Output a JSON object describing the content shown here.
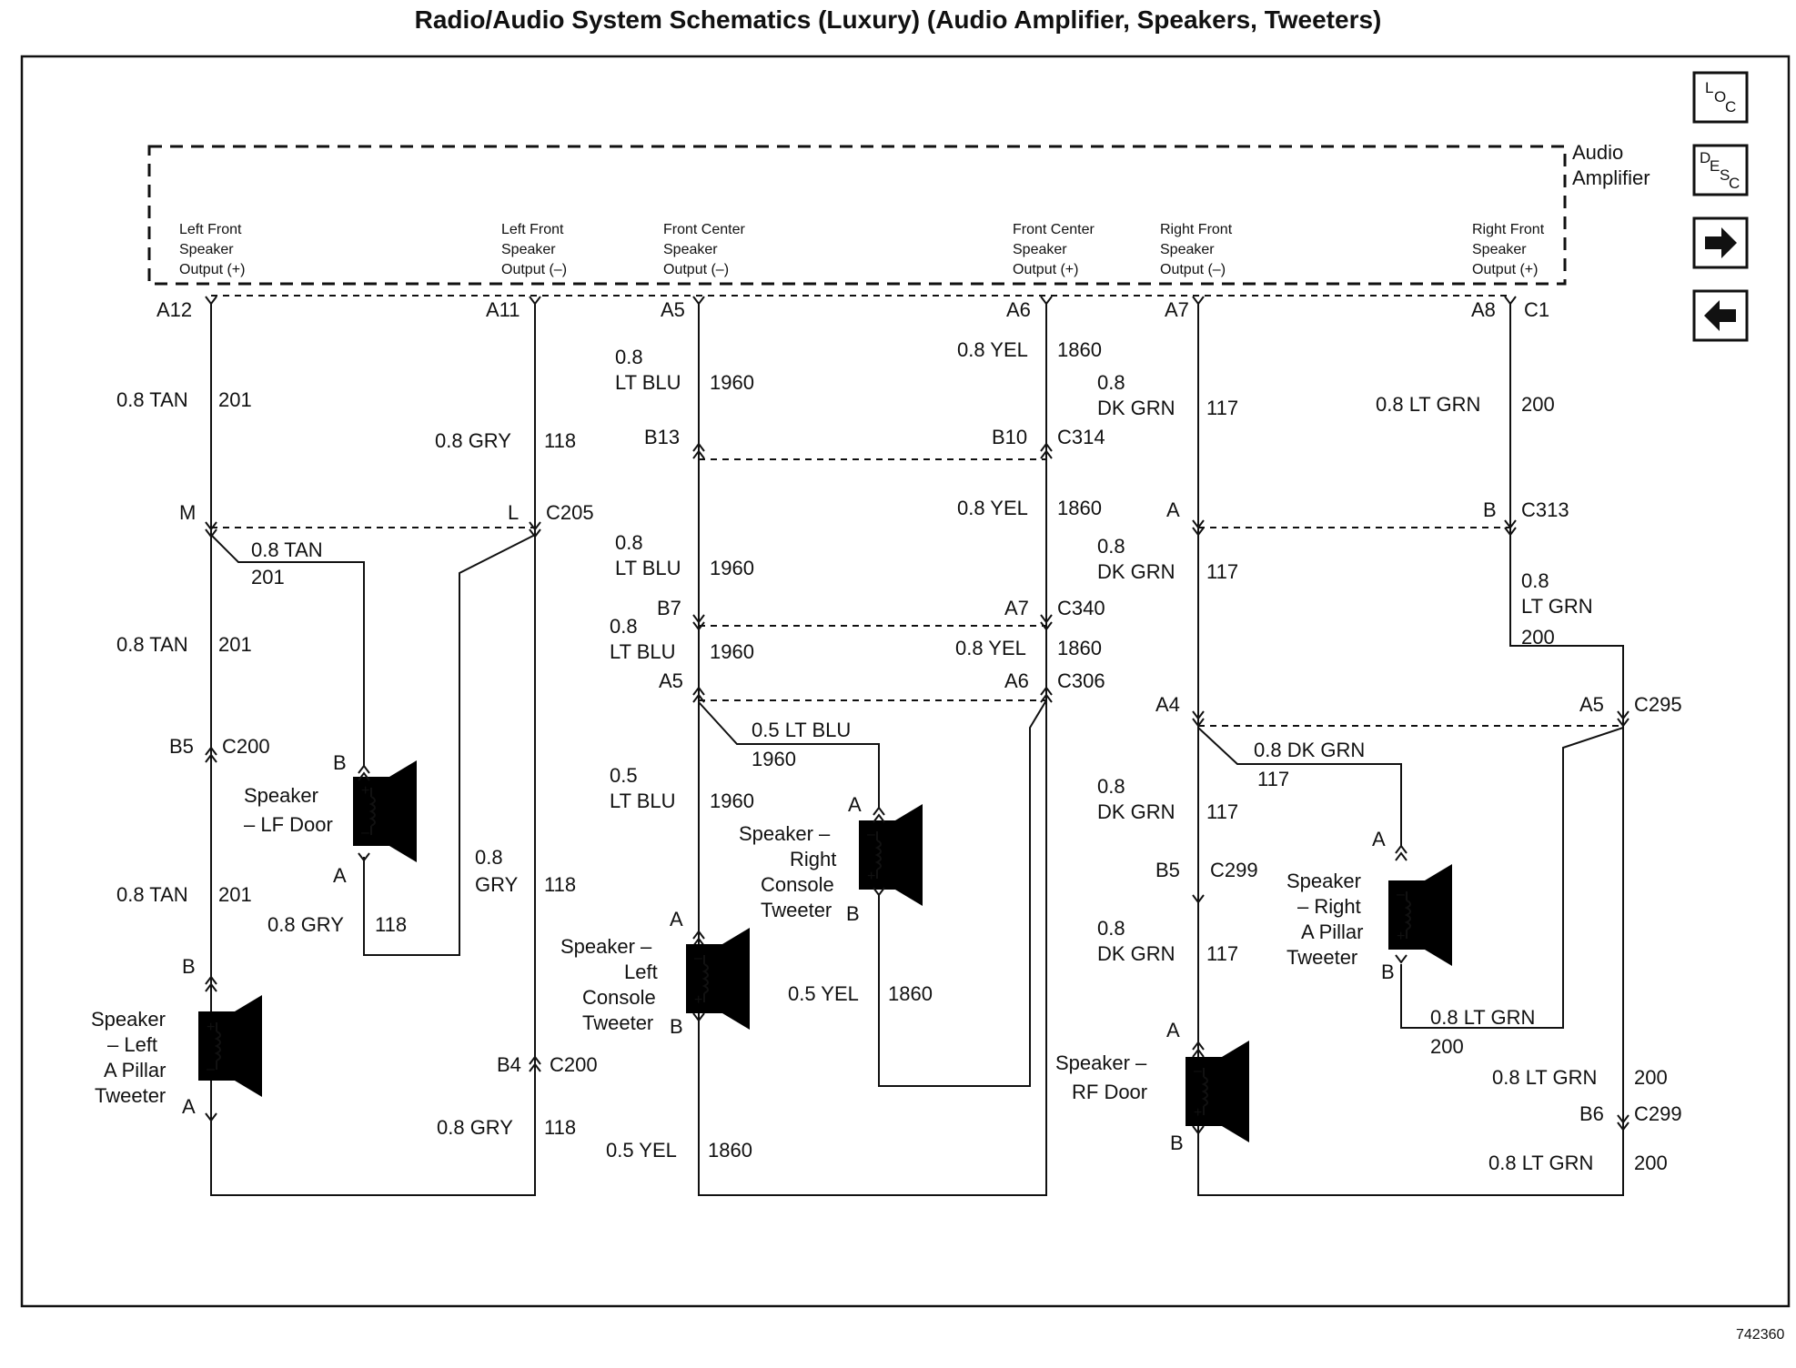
{
  "title": "Radio/Audio System Schematics (Luxury) (Audio Amplifier, Speakers, Tweeters)",
  "figure_number": "742360",
  "nav": {
    "loc": {
      "l1": "L",
      "l2": "O",
      "l3": "C"
    },
    "desc": {
      "l1": "D",
      "l2": "E",
      "l3": "S",
      "l4": "C"
    },
    "forward_icon": "right-arrow-icon",
    "back_icon": "left-arrow-icon"
  },
  "amplifier": {
    "name_line1": "Audio",
    "name_line2": "Amplifier",
    "outputs": {
      "lf_pos": {
        "l1": "Left Front",
        "l2": "Speaker",
        "l3": "Output (+)"
      },
      "lf_neg": {
        "l1": "Left Front",
        "l2": "Speaker",
        "l3": "Output (–)"
      },
      "fc_neg": {
        "l1": "Front Center",
        "l2": "Speaker",
        "l3": "Output (–)"
      },
      "fc_pos": {
        "l1": "Front Center",
        "l2": "Speaker",
        "l3": "Output (+)"
      },
      "rf_neg": {
        "l1": "Right Front",
        "l2": "Speaker",
        "l3": "Output (–)"
      },
      "rf_pos": {
        "l1": "Right Front",
        "l2": "Speaker",
        "l3": "Output (+)"
      }
    },
    "pins": {
      "a12": "A12",
      "a11": "A11",
      "a5": "A5",
      "a6": "A6",
      "a7": "A7",
      "a8": "A8"
    },
    "connector": "C1"
  },
  "connectors": {
    "c205": "C205",
    "c200": "C200",
    "c314": "C314",
    "c340": "C340",
    "c306": "C306",
    "c313": "C313",
    "c295": "C295",
    "c299": "C299"
  },
  "pins": {
    "m": "M",
    "l": "L",
    "b5": "B5",
    "b4": "B4",
    "b13": "B13",
    "b10": "B10",
    "b7": "B7",
    "a7": "A7",
    "a5": "A5",
    "a6": "A6",
    "a": "A",
    "b": "B",
    "a4": "A4",
    "b6": "B6"
  },
  "wires": {
    "tan_08": "0.8 TAN",
    "c201": "201",
    "gry_08": "0.8 GRY",
    "c118": "118",
    "n08": "0.8",
    "n05": "0.5",
    "lt_blu": "LT BLU",
    "c1960": "1960",
    "lt_blu_05": "0.5 LT BLU",
    "yel_08": "0.8 YEL",
    "yel_05": "0.5 YEL",
    "c1860": "1860",
    "dk_grn": "DK GRN",
    "dk_grn_08": "0.8 DK GRN",
    "c117": "117",
    "lt_grn": "LT GRN",
    "lt_grn_08": "0.8 LT GRN",
    "c200": "200",
    "gry": "GRY"
  },
  "speakers": {
    "lf_door": {
      "l1": "Speaker",
      "l2": "– LF Door"
    },
    "l_apillar": {
      "l1": "Speaker",
      "l2": "– Left",
      "l3": "A Pillar",
      "l4": "Tweeter"
    },
    "l_console": {
      "l1": "Speaker –",
      "l2": "Left",
      "l3": "Console",
      "l4": "Tweeter"
    },
    "r_console": {
      "l1": "Speaker –",
      "l2": "Right",
      "l3": "Console",
      "l4": "Tweeter"
    },
    "rf_door": {
      "l1": "Speaker –",
      "l2": "RF Door"
    },
    "r_apillar": {
      "l1": "Speaker",
      "l2": "– Right",
      "l3": "A Pillar",
      "l4": "Tweeter"
    },
    "plus": "+",
    "minus": "–"
  }
}
